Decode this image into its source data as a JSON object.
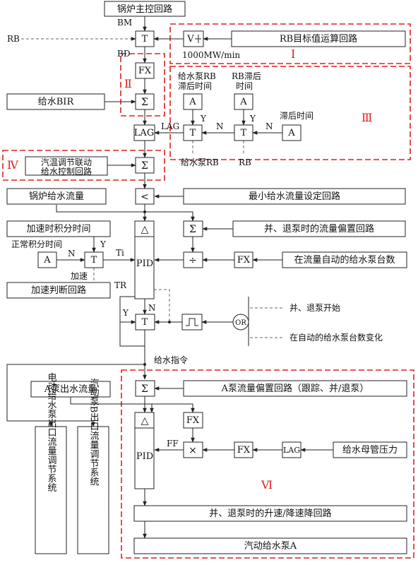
{
  "blocks": {
    "boiler_master": "锅炉主控回路",
    "rb_target": "RB目标值运算回路",
    "vlim": "V",
    "fx1": "FX",
    "sum1": "Σ",
    "fw_bir": "给水BIR",
    "a1": "A",
    "a2": "A",
    "a3": "A",
    "t_lag1": "T",
    "t_lag2": "T",
    "lag": "LAG",
    "steam_temp_l1": "汽温调节联动",
    "steam_temp_l2": "给水控制回路",
    "sum2": "Σ",
    "boiler_flow": "锅炉给水流量",
    "min_sel": "<",
    "min_flow": "最小给水流量设定回路",
    "accel_int": "加速时积分时间",
    "delta1": "△",
    "sum3": "Σ",
    "bias1": "并、退泵时的流量偏置回路",
    "a_norm": "A",
    "t_int": "T",
    "pid1": "PID",
    "div": "÷",
    "fx2": "FX",
    "pump_cnt": "在流量自动的给水泵台数",
    "accel_judge": "加速判断回路",
    "t_out": "T",
    "pulse": "⎍",
    "or": "OR",
    "a_pump_flow": "A泵出水流量",
    "sum4": "Σ",
    "bias2": "A泵流量偏置回路（跟踪、并/退泵）",
    "delta2": "△",
    "fx3": "FX",
    "pid2": "PID",
    "mul": "×",
    "fx4": "FX",
    "lag2": "LAG",
    "header_p": "给水母管压力",
    "ramp": "并、退泵时的升速/降速降回路",
    "turbine_pump": "汽动给水泵A",
    "e_pump_sys": "电动给水泵出口流量调节系统",
    "t_pump_b": "汽动泵B出口流量调节系统",
    "t_top": "T"
  },
  "labels": {
    "bm": "BM",
    "rb": "RB",
    "bd": "BD",
    "rate": "1000MW/min",
    "pump_rb_lag_l1": "给水泵RB",
    "pump_rb_lag_l2": "滞后时间",
    "rb_lag_l1": "RB滞后",
    "rb_lag_l2": "时间",
    "lag_time": "滞后时间",
    "y1": "Y",
    "y2": "Y",
    "n1": "N",
    "n2": "N",
    "lag_out": "LAG",
    "pump_rb": "给水泵RB",
    "rb2": "RB",
    "normal_int": "正常积分时间",
    "n3": "N",
    "y3": "Y",
    "ti": "Ti",
    "accel": "加速",
    "tr": "TR",
    "y4": "Y",
    "n4": "N",
    "pump_start": "并、退泵开始",
    "pump_change": "在自动的给水泵台数变化",
    "fw_cmd": "给水指令",
    "ff": "FF"
  },
  "regions": {
    "r1": "Ⅰ",
    "r2": "Ⅱ",
    "r3": "Ⅲ",
    "r4": "Ⅳ",
    "r6": "Ⅵ"
  }
}
